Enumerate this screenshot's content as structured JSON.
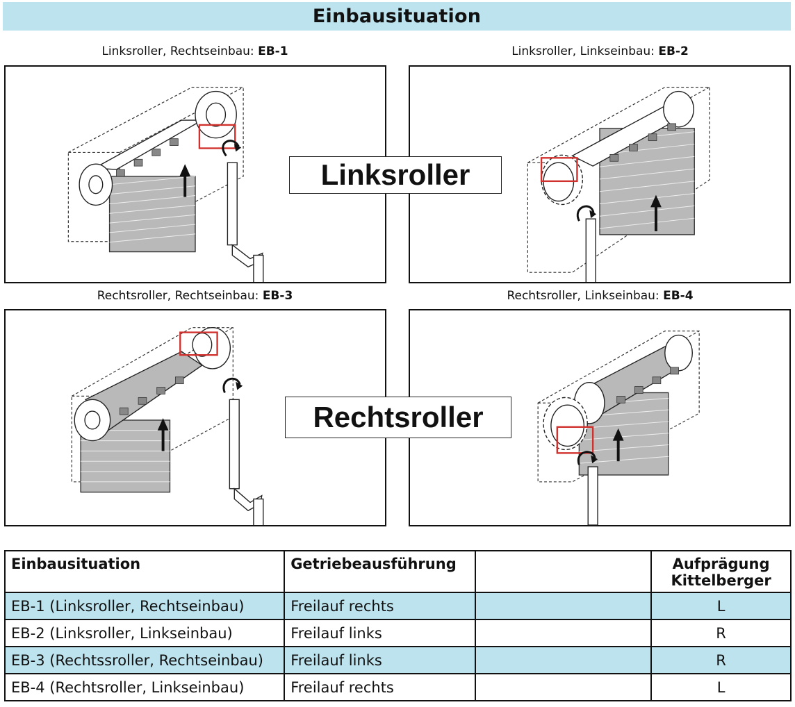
{
  "header": {
    "title": "Einbausituation"
  },
  "panels": [
    {
      "caption_text": "Linksroller, Rechtseinbau: ",
      "caption_code": "EB-1"
    },
    {
      "caption_text": "Linksroller, Linkseinbau: ",
      "caption_code": "EB-2"
    },
    {
      "caption_text": "Rechtsroller, Rechtseinbau: ",
      "caption_code": "EB-3"
    },
    {
      "caption_text": "Rechtsroller, Linkseinbau: ",
      "caption_code": "EB-4"
    }
  ],
  "labels": {
    "top": "Linksroller",
    "bottom": "Rechtsroller"
  },
  "colors": {
    "header_bg": "#bde3ee",
    "highlight_box": "#d0312d",
    "slat_fill": "#b9b9b9"
  },
  "table": {
    "headers": [
      "Einbausituation",
      "Getriebeausführung",
      "",
      "Aufprägung Kittelberger"
    ],
    "rows": [
      {
        "situation": "EB-1 (Linksroller, Rechtseinbau)",
        "getriebe": "Freilauf rechts",
        "extra": "",
        "praegung": "L"
      },
      {
        "situation": "EB-2 (Linksroller, Linkseinbau)",
        "getriebe": "Freilauf links",
        "extra": "",
        "praegung": "R"
      },
      {
        "situation": "EB-3 (Rechtssroller, Rechtseinbau)",
        "getriebe": "Freilauf links",
        "extra": "",
        "praegung": "R"
      },
      {
        "situation": "EB-4 (Rechtsroller, Linkseinbau)",
        "getriebe": "Freilauf rechts",
        "extra": "",
        "praegung": "L"
      }
    ]
  }
}
